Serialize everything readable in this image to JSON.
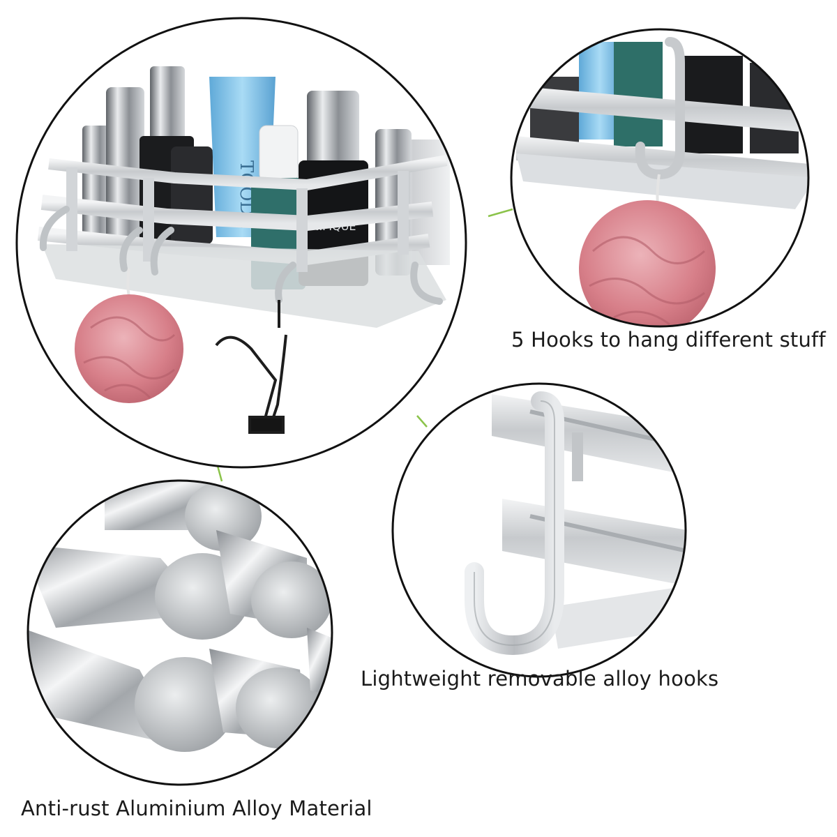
{
  "captions": {
    "hooks": "5 Hooks to hang different stuff",
    "lightweight": "Lightweight removable alloy hooks",
    "anti_rust": "Anti-rust Aluminium Alloy Material"
  },
  "product_labels": {
    "tube_brand": "TCODE",
    "jar_brand": "NIFIQUE"
  },
  "colors": {
    "background": "#ffffff",
    "circle_outline": "#111111",
    "connector": "#8bc34a",
    "aluminium": "#c9ccd0",
    "sponge": "#d9868f",
    "tube": "#7cc0e8"
  }
}
